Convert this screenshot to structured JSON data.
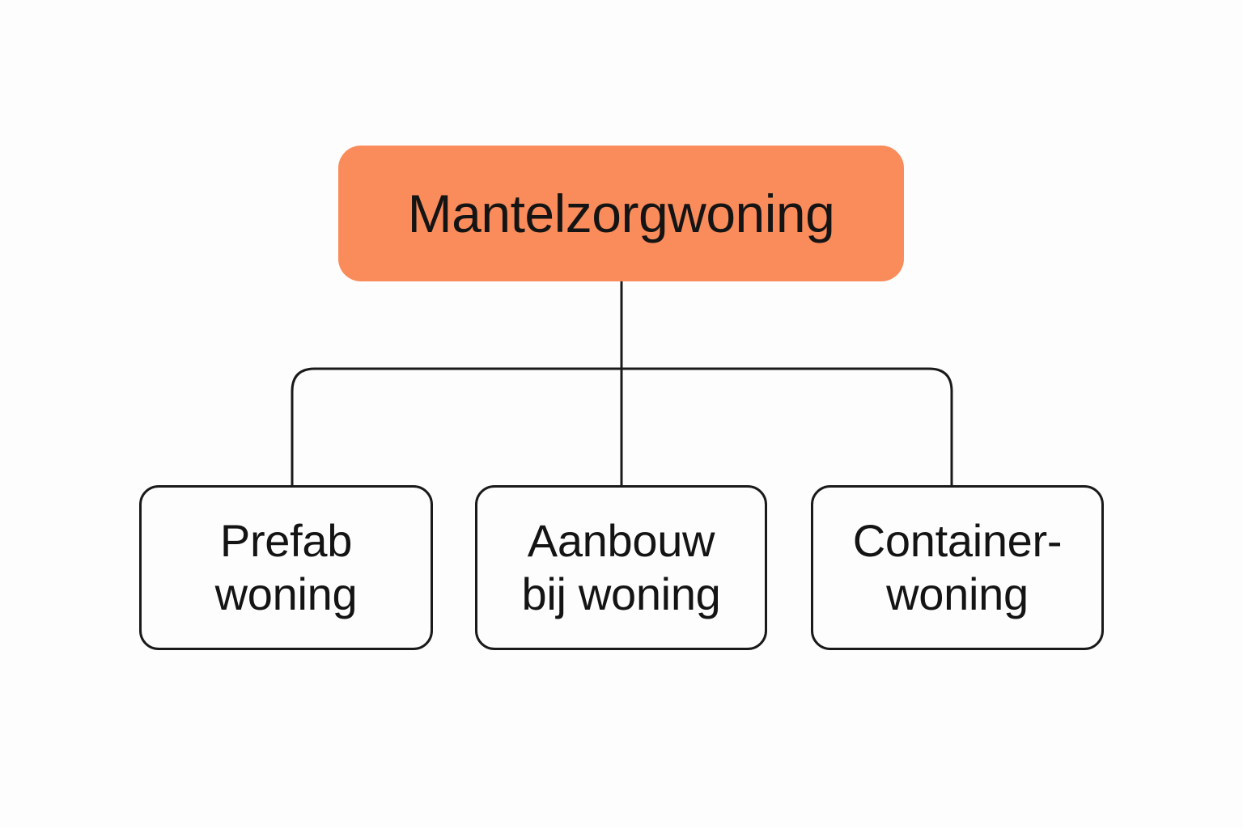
{
  "colors": {
    "root_fill": "#fa8b5a",
    "line": "#1a1a1a",
    "child_fill": "#fdfdfd",
    "text": "#141414"
  },
  "root": {
    "label": "Mantelzorgwoning"
  },
  "children": [
    {
      "line1": "Prefab",
      "line2": "woning"
    },
    {
      "line1": "Aanbouw",
      "line2": "bij woning"
    },
    {
      "line1": "Container-",
      "line2": "woning"
    }
  ]
}
